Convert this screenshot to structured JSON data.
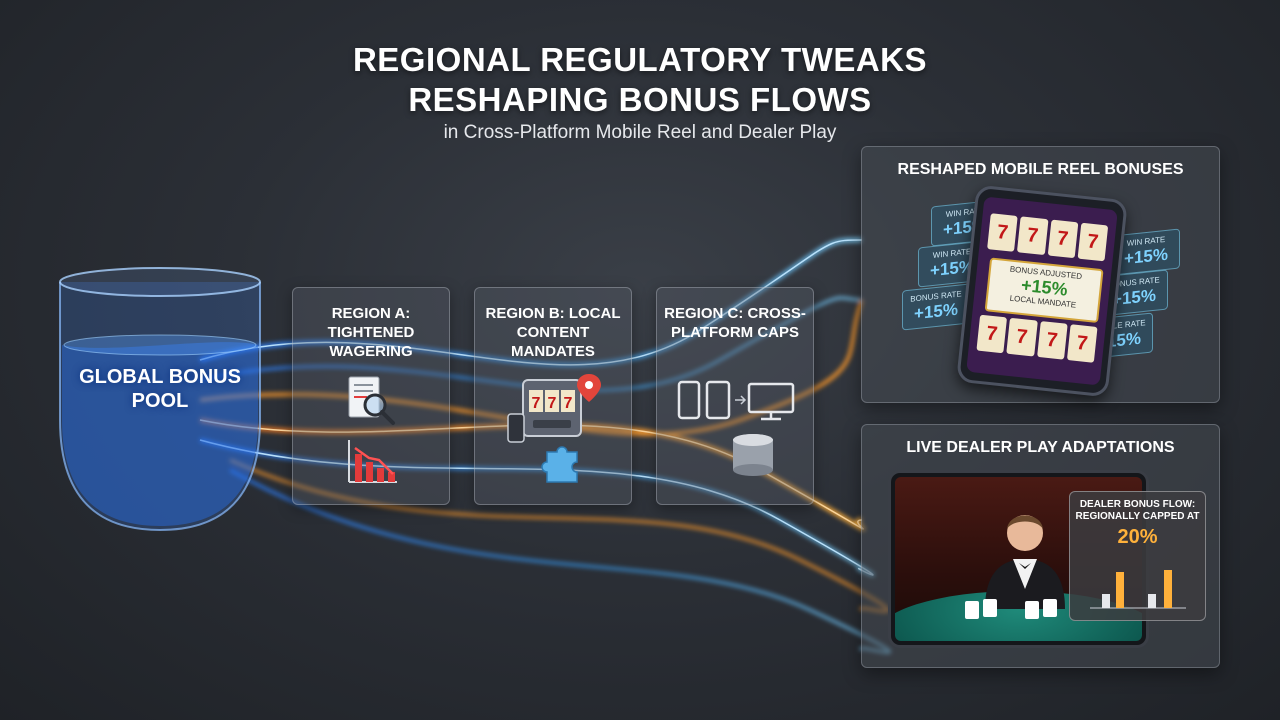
{
  "title_line1": "REGIONAL REGULATORY TWEAKS",
  "title_line2": "RESHAPING BONUS FLOWS",
  "subtitle": "in Cross-Platform Mobile Reel and Dealer Play",
  "pool": {
    "label": "GLOBAL BONUS POOL"
  },
  "regions": [
    {
      "title": "Region A: Tightened Wagering"
    },
    {
      "title": "Region B: Local Content Mandates"
    },
    {
      "title": "Region C: Cross-Platform Caps"
    }
  ],
  "mobile_panel": {
    "title": "RESHAPED MOBILE REEL BONUSES",
    "chips": [
      {
        "label": "WIN RATE",
        "value": "+15%"
      },
      {
        "label": "WIN RATE",
        "value": "+15%"
      },
      {
        "label": "BONUS RATE",
        "value": "+15%"
      },
      {
        "label": "WIN RATE",
        "value": "+15%"
      },
      {
        "label": "BONUS RATE",
        "value": "+15%"
      },
      {
        "label": "MOBILE RATE",
        "value": "+15%"
      }
    ],
    "banner": {
      "top": "BONUS ADJUSTED",
      "value": "+15%",
      "bottom": "LOCAL MANDATE"
    }
  },
  "dealer_panel": {
    "title": "LIVE DEALER PLAY ADAPTATIONS",
    "overlay_label": "DEALER BONUS FLOW: REGIONALLY CAPPED AT",
    "overlay_value": "20%"
  },
  "colors": {
    "blue_flow": "#3aa8ff",
    "orange_flow": "#ff9a2a",
    "accent_orange": "#ffb13b"
  }
}
